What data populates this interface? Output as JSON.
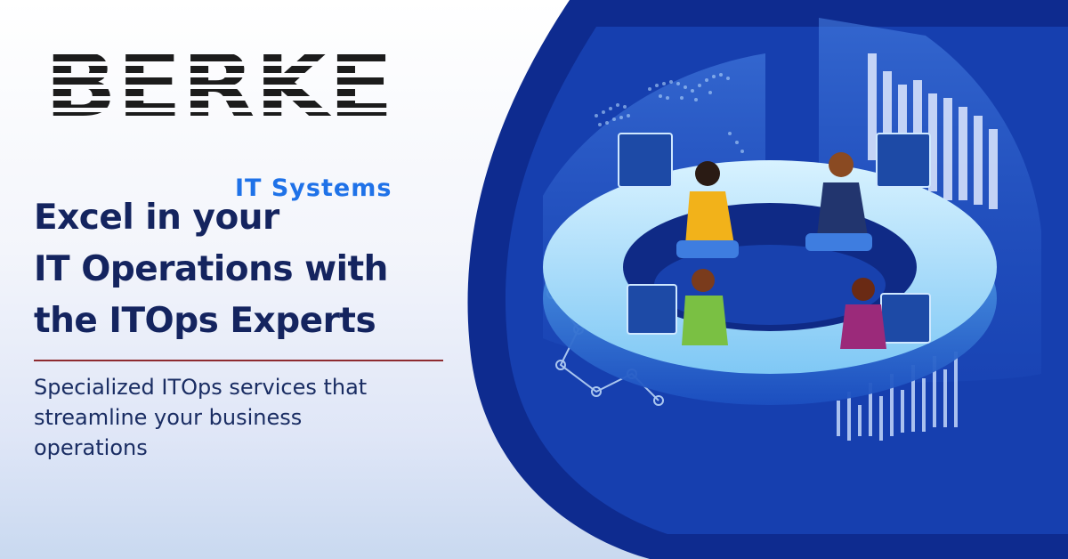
{
  "brand": {
    "wordmark": "BERKE",
    "subtitle": "IT Systems",
    "colors": {
      "wordmark": "#1c1c1c",
      "subtitle": "#1f72e8"
    }
  },
  "headline": {
    "lines": [
      "Excel in your",
      "IT Operations with",
      "the ITOps Experts"
    ],
    "color": "#14245f"
  },
  "divider_color": "#8e2b2f",
  "subheadline": {
    "lines": [
      "Specialized ITOps services that",
      "streamline your business",
      "operations"
    ],
    "color": "#1a2d63"
  },
  "illustration": {
    "subject": "four people working at computers around a circular operations desk",
    "palette": {
      "deep": "#0d2a8c",
      "mid": "#1f55c9",
      "glow": "#7fd3ff"
    }
  }
}
